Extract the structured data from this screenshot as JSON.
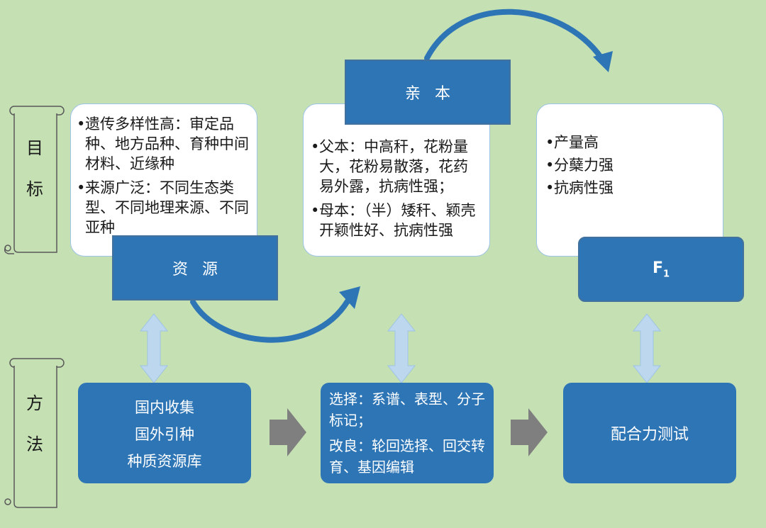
{
  "row_labels": {
    "goal": [
      "目",
      "标"
    ],
    "method": [
      "方",
      "法"
    ]
  },
  "goals": {
    "resource_box": {
      "bullets": [
        "遗传多样性高：审定品种、地方品种、育种中间材料、近缘种",
        "来源广泛：不同生态类型、不同地理来源、不同亚种"
      ]
    },
    "parent_box": {
      "bullets": [
        "父本：中高秆，花粉量大，花粉易散落，花药易外露，抗病性强；",
        "母本：（半）矮秆、颖壳开颖性好、抗病性强"
      ]
    },
    "f1_box": {
      "bullets": [
        "产量高",
        "分蘖力强",
        "抗病性强"
      ]
    }
  },
  "stages": {
    "resource": "资源",
    "parent": "亲本",
    "f1_main": "F",
    "f1_sub": "1"
  },
  "methods": {
    "resource": [
      "国内收集",
      "国外引种",
      "种质资源库"
    ],
    "parent": [
      {
        "label": "选择：",
        "text": "系谱、表型、分子标记；"
      },
      {
        "label": "改良：",
        "text": "轮回选择、回交转育、基因编辑"
      }
    ],
    "f1": "配合力测试"
  },
  "colors": {
    "background": "#c5e0b3",
    "blue": "#2e75b6",
    "arrow_gray": "#7f7f7f",
    "double_arrow": "#bdd7ee"
  },
  "icons": {
    "scroll": "scroll-banner",
    "flow_arrow": "curved-arrow",
    "process_arrow": "right-block-arrow",
    "link_arrow": "double-vertical-arrow"
  }
}
